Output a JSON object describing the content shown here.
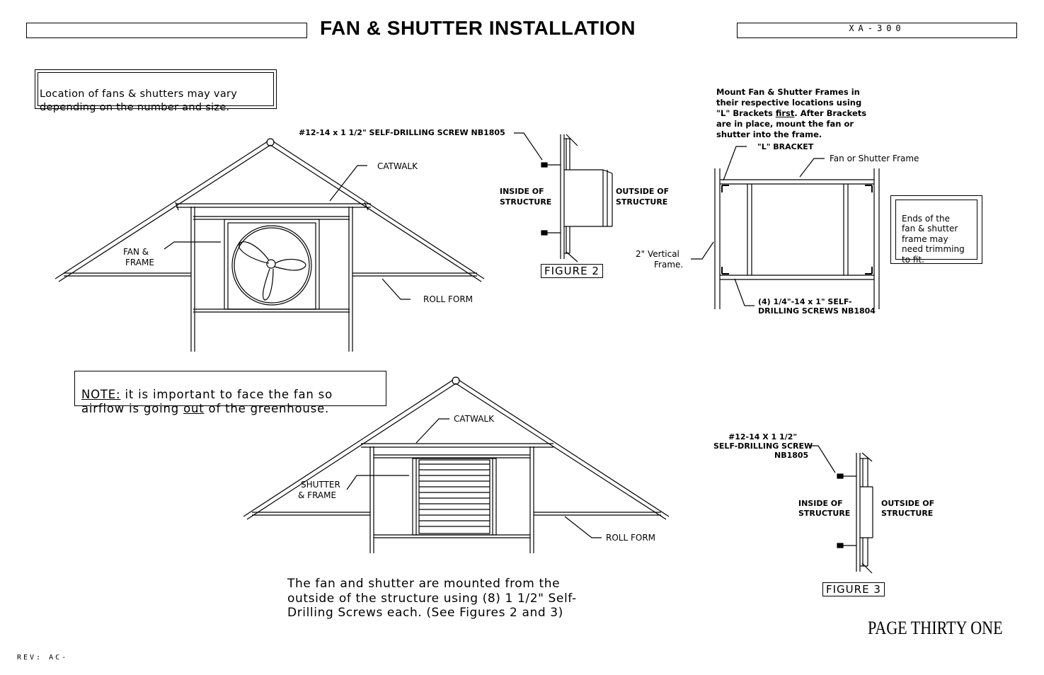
{
  "header": {
    "title": "FAN & SHUTTER INSTALLATION",
    "doc_number": "XA-300"
  },
  "notes": {
    "location": {
      "line1": "Location of fans & shutters may vary",
      "line2": "depending on the number and size."
    },
    "important": {
      "prefix": "NOTE:",
      "line1_rest": " it is important to face the fan so",
      "line2_start": "airflow is going ",
      "line2_emph": "out",
      "line2_end": " of the greenhouse."
    },
    "mount_frames": {
      "line1": "Mount Fan & Shutter Frames in",
      "line2": "their respective locations using",
      "line3_start": "\"L\" Brackets ",
      "line3_emph": "first",
      "line3_end": ". After Brackets",
      "line4": "are in place, mount the fan or",
      "line5": "shutter into the frame."
    },
    "ends_trim": {
      "line1": "Ends of the",
      "line2": "fan & shutter",
      "line3": "frame may",
      "line4": "need trimming",
      "line5": "to fit."
    },
    "bottom": {
      "line1": "The fan and shutter are mounted from the",
      "line2": "outside of the structure using (8) 1 1/2\" Self-",
      "line3": "Drilling Screws each. (See Figures 2 and 3)"
    }
  },
  "labels": {
    "screw_fan": "#12-14 x 1 1/2\" SELF-DRILLING SCREW NB1805",
    "catwalk_top": "CATWALK",
    "fan_frame_1": "FAN &",
    "fan_frame_2": "FRAME",
    "roll_form_top": "ROLL FORM",
    "inside_structure_1": "INSIDE OF",
    "inside_structure_2": "STRUCTURE",
    "outside_structure_1": "OUTSIDE OF",
    "outside_structure_2": "STRUCTURE",
    "figure_2": "FIGURE 2",
    "l_bracket": "\"L\" BRACKET",
    "fan_shutter_frame": "Fan or Shutter Frame",
    "vertical_frame_1": "2\" Vertical",
    "vertical_frame_2": "Frame.",
    "screws_frame_1": "(4) 1/4\"-14 x 1\" SELF-",
    "screws_frame_2": "DRILLING SCREWS NB1804",
    "catwalk_bottom": "CATWALK",
    "shutter_frame_1": "SHUTTER",
    "shutter_frame_2": "& FRAME",
    "roll_form_bottom": "ROLL FORM",
    "screw_shutter_1": "#12-14 X 1 1/2\"",
    "screw_shutter_2": "SELF-DRILLING SCREW",
    "screw_shutter_3": "NB1805",
    "inside_structure_3a": "INSIDE OF",
    "inside_structure_3b": "STRUCTURE",
    "outside_structure_3a": "OUTSIDE OF",
    "outside_structure_3b": "STRUCTURE",
    "figure_3": "FIGURE 3"
  },
  "footer": {
    "page": "PAGE THIRTY ONE",
    "revision": "REV: AC-"
  }
}
